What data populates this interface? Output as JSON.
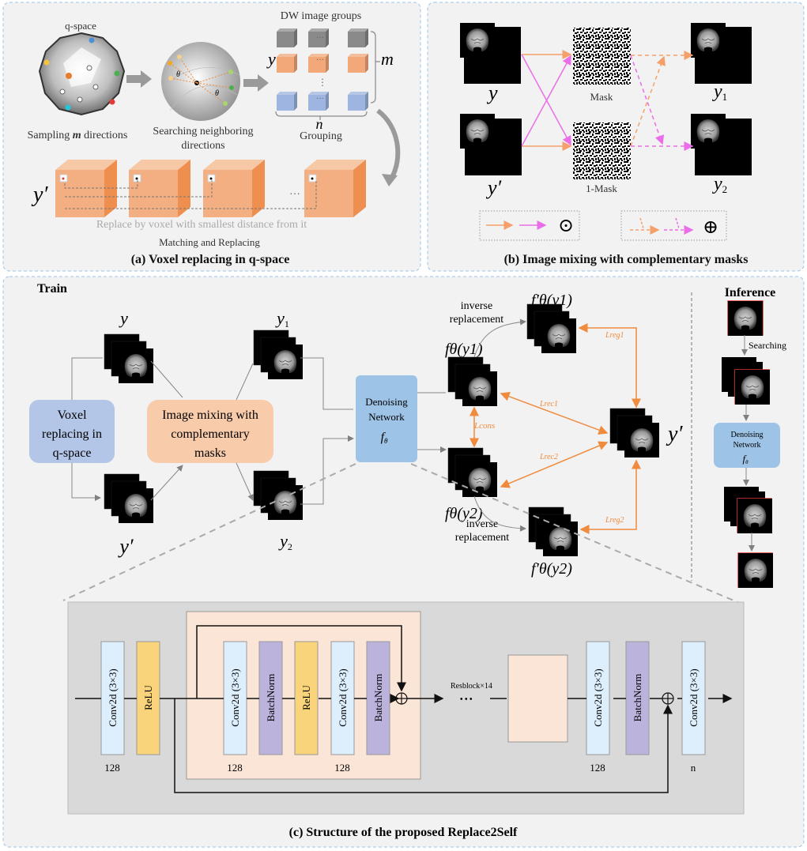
{
  "panel_a": {
    "title": "(a) Voxel replacing in q-space",
    "qspace_label": "q-space",
    "sampling_label_pre": "Sampling ",
    "sampling_label_var": "m",
    "sampling_label_post": " directions",
    "search_label_line1": "Searching neighboring",
    "search_label_line2": "directions",
    "theta": "θ",
    "dw_groups_label": "DW image groups",
    "y_label": "y",
    "m_label": "m",
    "n_label": "n",
    "grouping_label": "Grouping",
    "ellipsis": "···",
    "vdots": "⋮",
    "yprime_label": "y′",
    "replace_label": "Replace by voxel with smallest distance from it",
    "matching_label": "Matching and Replacing",
    "colors": {
      "gray_cube": "#8a8a8a",
      "orange_cube": "#f2a878",
      "blue_cube": "#9db5e0",
      "big_cube": "#f3ae82"
    }
  },
  "panel_b": {
    "title": "(b) Image mixing with complementary masks",
    "y_label": "y",
    "yprime_label": "y′",
    "mask_label": "Mask",
    "inv_mask_label": "1-Mask",
    "y1_label": "y",
    "y1_sub": "1",
    "y2_label": "y",
    "y2_sub": "2",
    "legend_multiply_symbol": "⊙",
    "legend_add_symbol": "⊕",
    "colors": {
      "orange": "#f5a06a",
      "magenta": "#ea6ee8"
    }
  },
  "train": {
    "title": "Train",
    "y_label": "y",
    "yprime_label": "y′",
    "y1": "y",
    "y1_sub": "1",
    "y2": "y",
    "y2_sub": "2",
    "voxel_box": [
      "Voxel",
      "replacing in",
      "q-space"
    ],
    "mixing_box": [
      "Image mixing with",
      "complementary",
      "masks"
    ],
    "denoise_box": [
      "Denoising",
      "Network",
      "f"
    ],
    "denoise_sub": "θ",
    "f_y1": "fθ(y1)",
    "f_y2": "fθ(y2)",
    "fprime_y1": "f′θ(y1)",
    "fprime_y2": "f′θ(y2)",
    "inverse_replacement": [
      "inverse",
      "replacement"
    ],
    "losses": {
      "reg1": "Lreg1",
      "reg2": "Lreg2",
      "rec1": "Lrec1",
      "rec2": "Lrec2",
      "cons": "Lcons"
    },
    "yprime_target": "y′",
    "colors": {
      "voxel_box": "#b3c6e8",
      "mixing_box": "#f8cbab",
      "denoise_box": "#9dc3e6",
      "loss": "#f08a3c"
    }
  },
  "inference": {
    "title": "Inference",
    "searching_label": "Searching",
    "denoise_box": [
      "Denoising",
      "Network",
      "f"
    ],
    "denoise_sub": "θ"
  },
  "panel_c": {
    "title": "(c) Structure of the proposed Replace2Self",
    "blocks": [
      {
        "label": "Conv2d (3×3)",
        "type": "conv",
        "channels": "128"
      },
      {
        "label": "ReLU",
        "type": "relu",
        "channels": ""
      },
      {
        "label": "Conv2d (3×3)",
        "type": "conv",
        "channels": "128"
      },
      {
        "label": "BatchNorm",
        "type": "bn",
        "channels": ""
      },
      {
        "label": "ReLU",
        "type": "relu",
        "channels": ""
      },
      {
        "label": "Conv2d (3×3)",
        "type": "conv",
        "channels": "128"
      },
      {
        "label": "BatchNorm",
        "type": "bn",
        "channels": ""
      },
      {
        "label": "Conv2d (3×3)",
        "type": "conv",
        "channels": "128"
      },
      {
        "label": "BatchNorm",
        "type": "bn",
        "channels": ""
      },
      {
        "label": "Conv2d (3×3)",
        "type": "conv",
        "channels": "n"
      }
    ],
    "resblock_label": "Resblock×14",
    "dots": "• • •",
    "add_symbol": "⊕",
    "colors": {
      "conv": "#ddeefc",
      "relu": "#f9d47a",
      "bn": "#bcb3dd",
      "resblock_bg": "#fbe5d6",
      "panel_bg": "#d9d9d9"
    }
  }
}
